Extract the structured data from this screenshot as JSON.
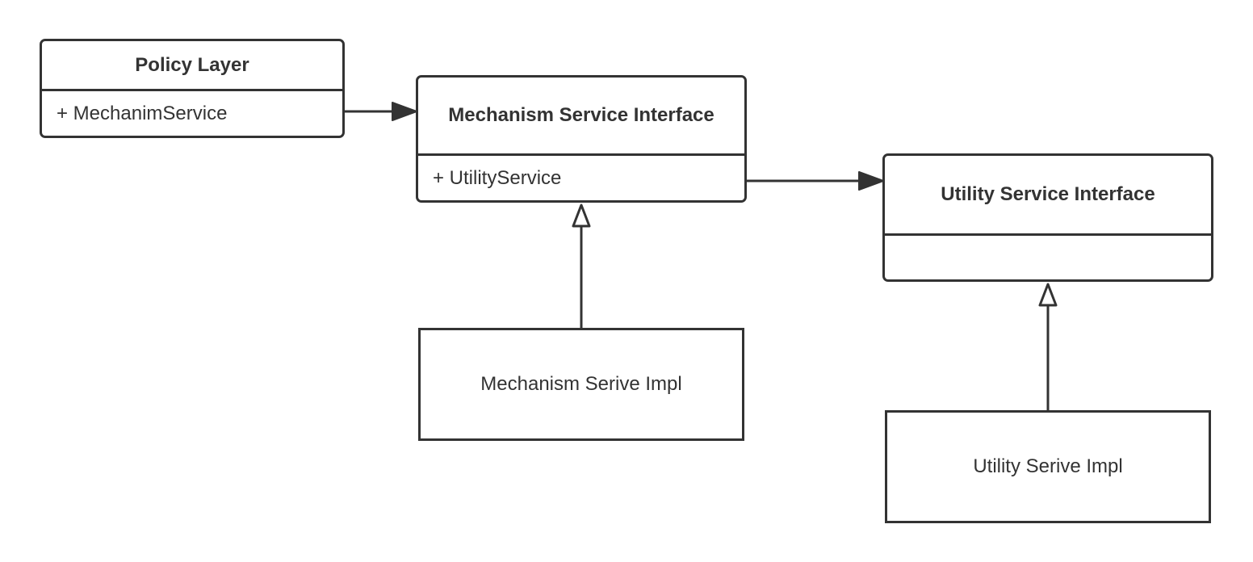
{
  "nodes": {
    "policy_layer": {
      "title": "Policy Layer",
      "attribute": "+ MechanimService"
    },
    "mechanism_interface": {
      "title": "Mechanism Service Interface",
      "attribute": "+ UtilityService"
    },
    "utility_interface": {
      "title": "Utility Service Interface",
      "attribute": ""
    },
    "mechanism_impl": {
      "label": "Mechanism Serive Impl"
    },
    "utility_impl": {
      "label": "Utility Serive Impl"
    }
  },
  "edges": [
    {
      "from": "policy_layer",
      "to": "mechanism_interface",
      "type": "association"
    },
    {
      "from": "mechanism_interface",
      "to": "utility_interface",
      "type": "association"
    },
    {
      "from": "mechanism_impl",
      "to": "mechanism_interface",
      "type": "realization"
    },
    {
      "from": "utility_impl",
      "to": "utility_interface",
      "type": "realization"
    }
  ],
  "colors": {
    "stroke": "#333333",
    "background": "#ffffff"
  }
}
